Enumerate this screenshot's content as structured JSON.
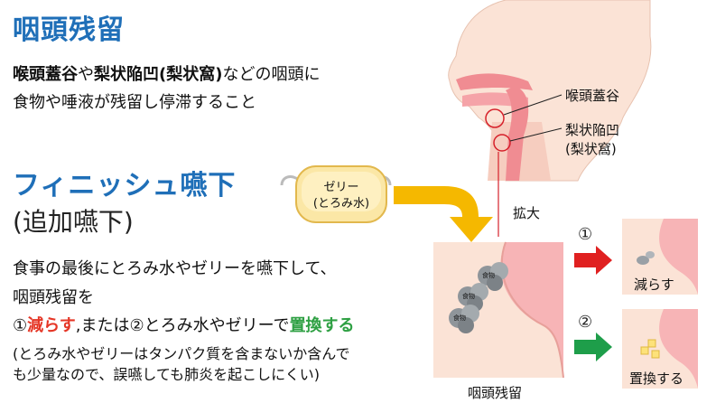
{
  "heading1": "咽頭残留",
  "intro": {
    "part1": "喉頭蓋谷",
    "part2": "や",
    "part3": "梨状陥凹(梨状窩)",
    "part4": "などの咽頭に",
    "line2": "食物や唾液が残留し停滞すること"
  },
  "heading2": "フィニッシュ嚥下",
  "heading3": "(追加嚥下)",
  "body": {
    "line1": "食事の最後にとろみ水やゼリーを嚥下して、",
    "line2": "咽頭残留を",
    "line3_num1": "①",
    "line3_reduce": "減らす",
    "line3_mid": ",または②とろみ水やゼリーで",
    "line3_replace": "置換する",
    "note1": "(とろみ水やゼリーはタンパク質を含まないか含んで",
    "note2": "も少量なので、誤嚥しても肺炎を起こしにくい)"
  },
  "jelly": {
    "line1": "ゼリー",
    "line2": "(とろみ水)"
  },
  "anatomy_labels": {
    "vallecula": "喉頭蓋谷",
    "piriform1": "梨状陥凹",
    "piriform2": "(梨状窩)",
    "magnify": "拡大",
    "residue": "咽頭残留",
    "food": "食物"
  },
  "options": {
    "num1": "①",
    "num2": "②",
    "reduce": "減らす",
    "replace": "置換する"
  },
  "colors": {
    "heading_blue": "#1f6fb8",
    "red_accent": "#e53525",
    "green_accent": "#2ea043",
    "arrow_yellow": "#f5b800",
    "tissue_pink": "#f3a3a6",
    "skin": "#fbe3d6"
  }
}
